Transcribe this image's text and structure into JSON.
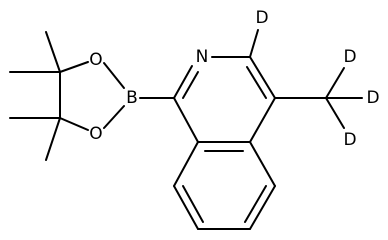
{
  "molecule": {
    "atoms": {
      "nitrogen": "N",
      "boron": "B",
      "oxygen_upper": "O",
      "oxygen_lower": "O",
      "deuterium_ring": "D",
      "deuterium_methyl_top": "D",
      "deuterium_methyl_right": "D",
      "deuterium_methyl_bottom": "D"
    }
  }
}
